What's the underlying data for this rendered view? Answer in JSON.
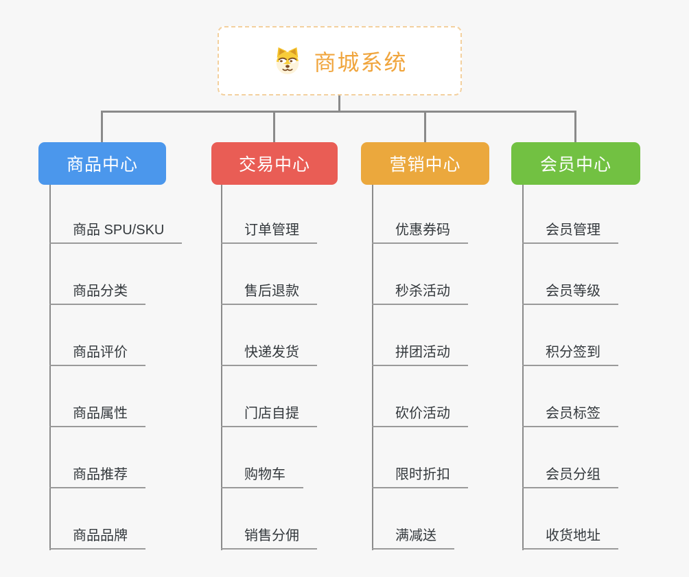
{
  "page": {
    "background": "#f7f7f7",
    "connector_color": "#8a8a8a",
    "underline_color": "#9a9a9a"
  },
  "root": {
    "label": "商城系统",
    "icon": "doge-icon",
    "text_color": "#f0a53d",
    "border_color": "#f3d09e"
  },
  "branches": [
    {
      "label": "商品中心",
      "color": "#4b97ec",
      "children": [
        "商品 SPU/SKU",
        "商品分类",
        "商品评价",
        "商品属性",
        "商品推荐",
        "商品品牌"
      ]
    },
    {
      "label": "交易中心",
      "color": "#e95d55",
      "children": [
        "订单管理",
        "售后退款",
        "快递发货",
        "门店自提",
        "购物车",
        "销售分佣"
      ]
    },
    {
      "label": "营销中心",
      "color": "#eba83d",
      "children": [
        "优惠券码",
        "秒杀活动",
        "拼团活动",
        "砍价活动",
        "限时折扣",
        "满减送"
      ]
    },
    {
      "label": "会员中心",
      "color": "#72c142",
      "children": [
        "会员管理",
        "会员等级",
        "积分签到",
        "会员标签",
        "会员分组",
        "收货地址"
      ]
    }
  ]
}
